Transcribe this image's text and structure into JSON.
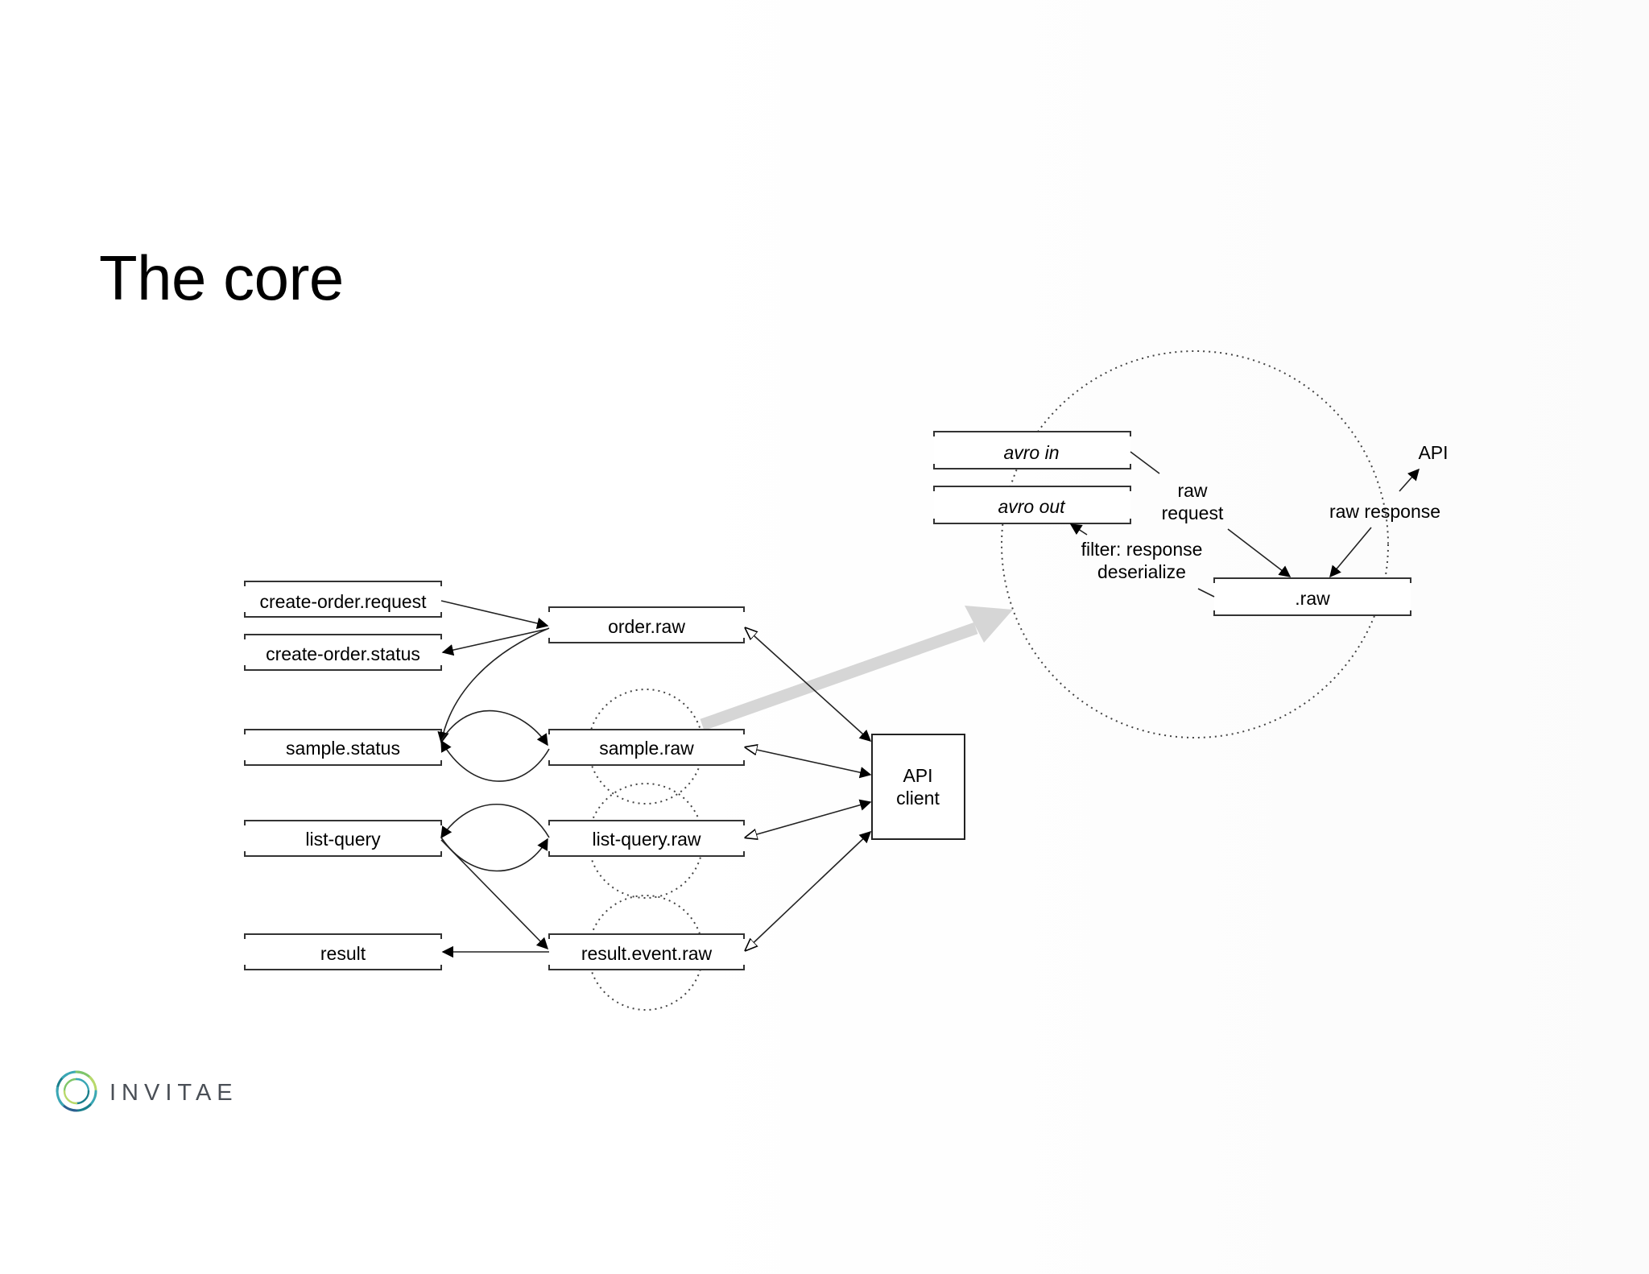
{
  "slide": {
    "title": "The core"
  },
  "topics": {
    "create_order_request": "create-order.request",
    "create_order_status": "create-order.status",
    "sample_status": "sample.status",
    "list_query": "list-query",
    "result": "result",
    "order_raw": "order.raw",
    "sample_raw": "sample.raw",
    "list_query_raw": "list-query.raw",
    "result_event_raw": "result.event.raw",
    "avro_in": "avro in",
    "avro_out": "avro out",
    "raw": ".raw"
  },
  "api_client": {
    "line1": "API",
    "line2": "client"
  },
  "labels": {
    "raw_request_line1": "raw",
    "raw_request_line2": "request",
    "raw_response": "raw response",
    "api": "API",
    "filter_line1": "filter: response",
    "filter_line2": "deserialize"
  },
  "logo": {
    "text": "INVITAE",
    "colors": [
      "#1b7f8c",
      "#3aa7b5",
      "#7fc66a",
      "#b8d96a",
      "#2b5f8f"
    ]
  }
}
